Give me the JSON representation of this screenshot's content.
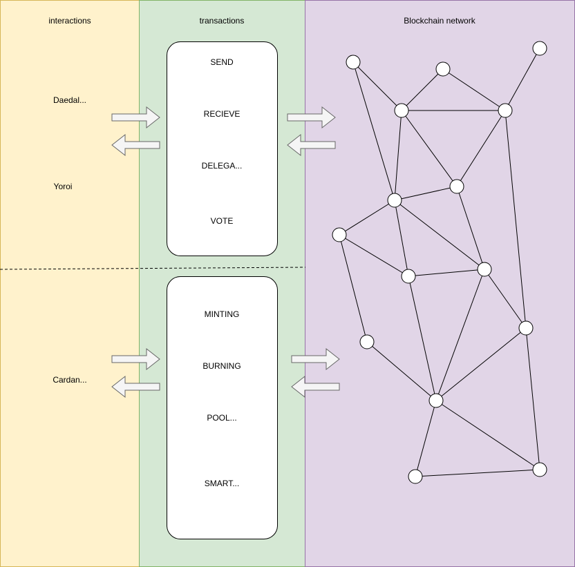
{
  "lanes": {
    "interactions": "interactions",
    "transactions": "transactions",
    "blockchain": "Blockchain network"
  },
  "wallets": {
    "daedalus": "Daedal...",
    "yoroi": "Yoroi",
    "cardano": "Cardan..."
  },
  "transactions_top": [
    "SEND",
    "RECIEVE",
    "DELEGA...",
    "VOTE"
  ],
  "transactions_bottom": [
    "MINTING",
    "BURNING",
    "POOL...",
    "SMART..."
  ],
  "colors": {
    "interactions_fill": "#fff2cc",
    "transactions_fill": "#d5e8d4",
    "blockchain_fill": "#e1d5e7"
  }
}
